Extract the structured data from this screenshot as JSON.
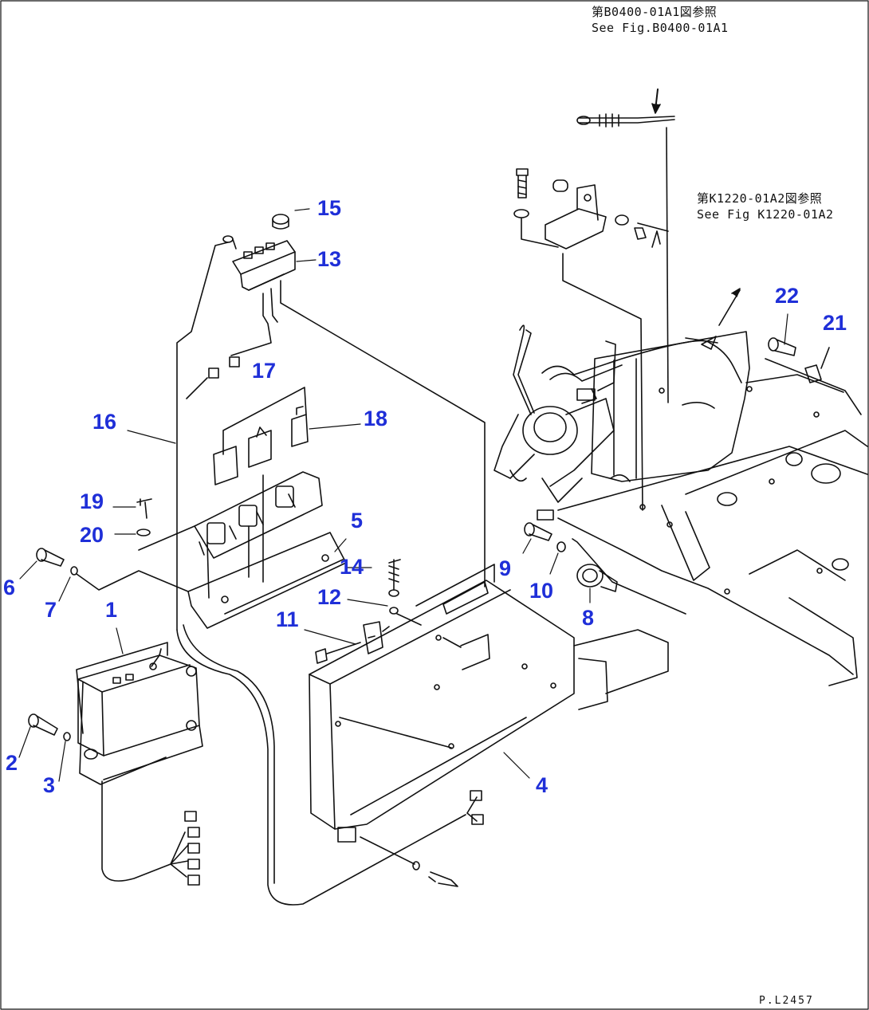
{
  "references": {
    "ref_b0400_jp": "第B0400-01A1図参照",
    "ref_b0400_en": "See Fig.B0400-01A1",
    "ref_k1220_jp": "第K1220-01A2図参照",
    "ref_k1220_en": "See Fig K1220-01A2"
  },
  "callouts": [
    "1",
    "2",
    "3",
    "4",
    "5",
    "6",
    "7",
    "8",
    "9",
    "10",
    "11",
    "12",
    "13",
    "14",
    "15",
    "16",
    "17",
    "18",
    "19",
    "20",
    "21",
    "22"
  ],
  "page_id": "P.L2457",
  "colors": {
    "callout": "#1f2fd8",
    "line": "#111111",
    "background": "#ffffff"
  }
}
